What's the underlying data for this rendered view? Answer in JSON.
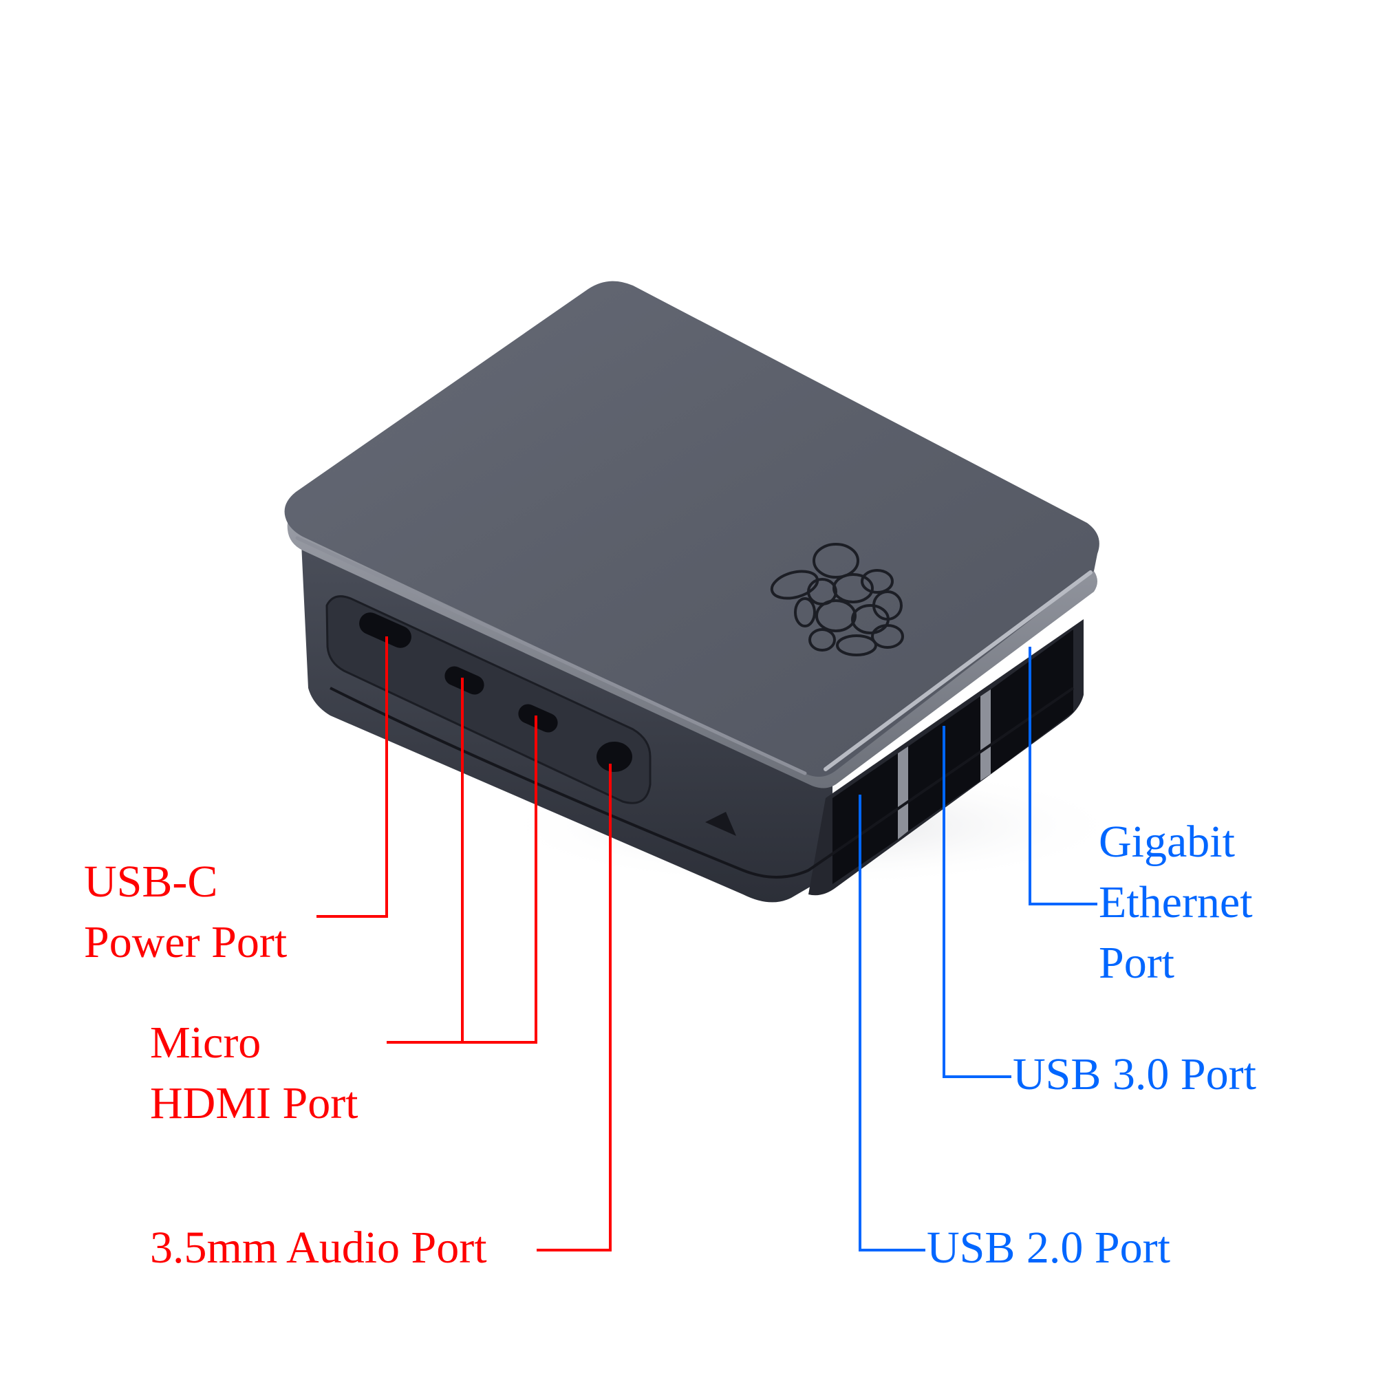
{
  "product": {
    "name": "Raspberry Pi case",
    "logo_icon": "raspberry-logo-icon",
    "colors": {
      "lid": "#5e626d",
      "lid_edge": "#8a8d96",
      "base": "#3a3d47",
      "port_void": "#0c0d12",
      "background": "#ffffff"
    }
  },
  "annotations": {
    "colors": {
      "left": "#ff0000",
      "right": "#0066ff"
    },
    "left": [
      {
        "id": "usb-c",
        "lines": [
          "USB-C",
          "Power Port"
        ]
      },
      {
        "id": "micro-hdmi",
        "lines": [
          "Micro",
          "HDMI Port"
        ]
      },
      {
        "id": "audio",
        "lines": [
          "3.5mm Audio Port"
        ]
      }
    ],
    "right": [
      {
        "id": "ethernet",
        "lines": [
          "Gigabit",
          "Ethernet",
          "Port"
        ]
      },
      {
        "id": "usb3",
        "lines": [
          "USB 3.0 Port"
        ]
      },
      {
        "id": "usb2",
        "lines": [
          "USB 2.0 Port"
        ]
      }
    ]
  }
}
